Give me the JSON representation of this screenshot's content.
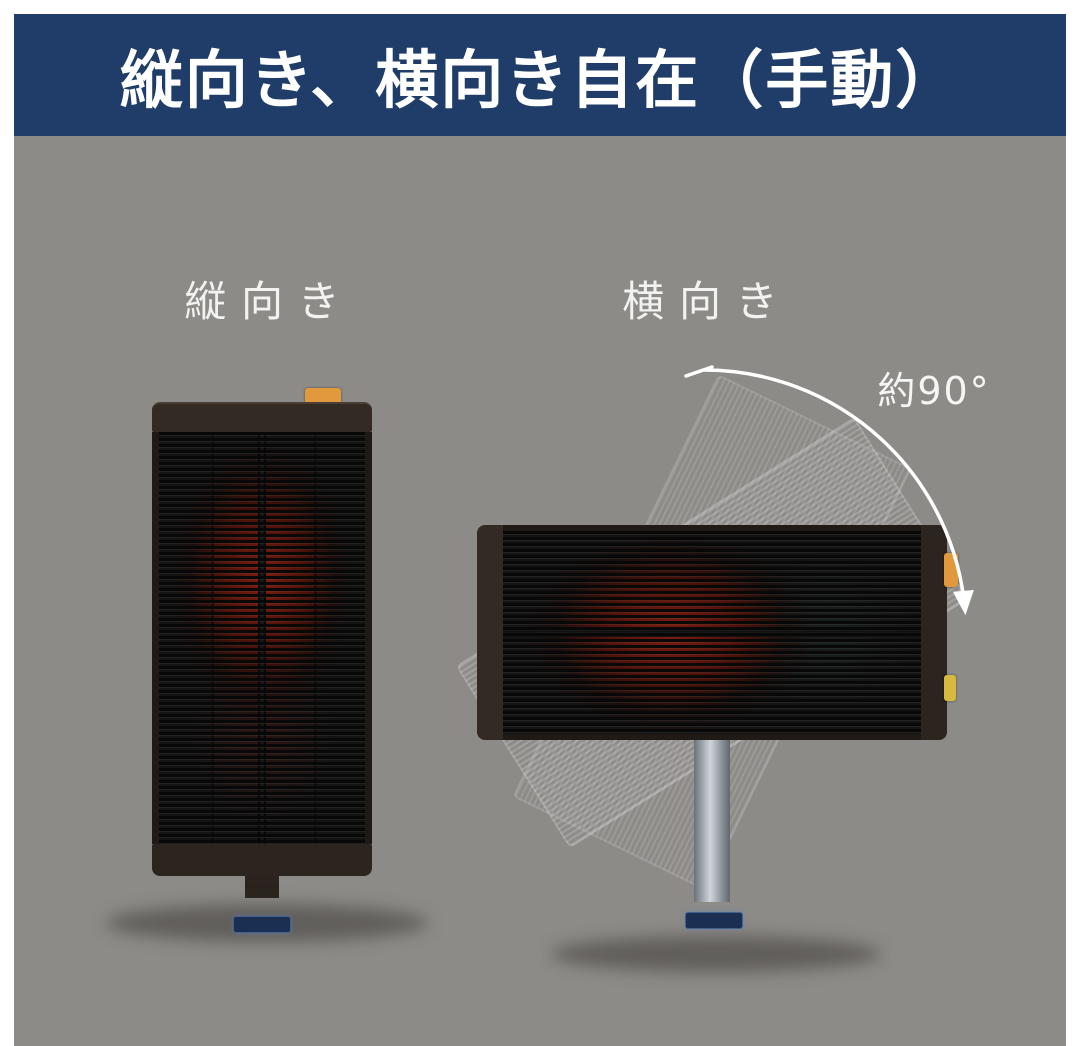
{
  "banner": {
    "title": "縦向き、横向き自在（手動）",
    "bg_color": "#1f3d68",
    "text_color": "#ffffff"
  },
  "stage": {
    "bg_color": "#8d8b88",
    "figures": {
      "vertical": {
        "label": "縦向き"
      },
      "horizontal": {
        "label": "横向き",
        "angle_label": "約90°"
      }
    },
    "arrow_color": "#ffffff"
  },
  "product_colors": {
    "frame": "#332a24",
    "grill": "#141414",
    "glow": "#7e1c0e",
    "base": "#2b231d",
    "pole": "#9aa2a9",
    "power_knob": "#e0993c",
    "secondary_knob": "#d6b93e",
    "display": "#1b2f52"
  }
}
